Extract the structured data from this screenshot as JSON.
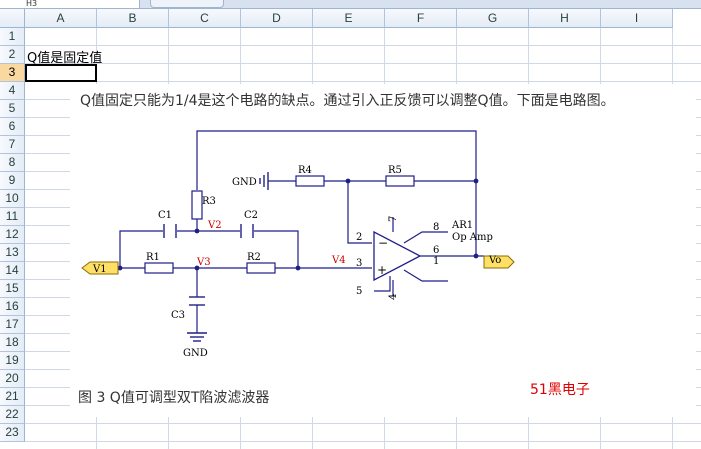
{
  "formula_bar": {
    "name_box": "H3"
  },
  "columns": [
    "A",
    "B",
    "C",
    "D",
    "E",
    "F",
    "G",
    "H",
    "I"
  ],
  "rows": [
    "1",
    "2",
    "3",
    "4",
    "5",
    "6",
    "7",
    "8",
    "9",
    "10",
    "11",
    "12",
    "13",
    "14",
    "15",
    "16",
    "17",
    "18",
    "19",
    "20",
    "21",
    "22",
    "23"
  ],
  "selected_row": "3",
  "cells": {
    "A2": "Q值是固定值"
  },
  "picture": {
    "description_text": "Q值固定只能为1/4是这个电路的缺点。通过引入正反馈可以调整Q值。下面是电路图。",
    "caption": "图 3 Q值可调型双T陷波滤波器",
    "brand": "51黑电子",
    "schematic": {
      "labels": {
        "gnd_top": "GND",
        "gnd_bottom": "GND",
        "r1": "R1",
        "r2": "R2",
        "r3": "R3",
        "r4": "R4",
        "r5": "R5",
        "c1": "C1",
        "c2": "C2",
        "c3": "C3",
        "v1": "V1",
        "v2": "V2",
        "v3": "V3",
        "v4": "V4",
        "vo": "Vo",
        "ar1": "AR1",
        "opamp": "Op Amp",
        "pin2": "2",
        "pin3": "3",
        "pin4": "4",
        "pin5": "5",
        "pin6": "6",
        "pin7": "7",
        "pin8": "8",
        "pin1": "1",
        "minus": "−",
        "plus": "+"
      },
      "colors": {
        "wire": "#1f1f8a",
        "node_label": "#cc0000",
        "port_fill": "#ffe066"
      }
    }
  }
}
